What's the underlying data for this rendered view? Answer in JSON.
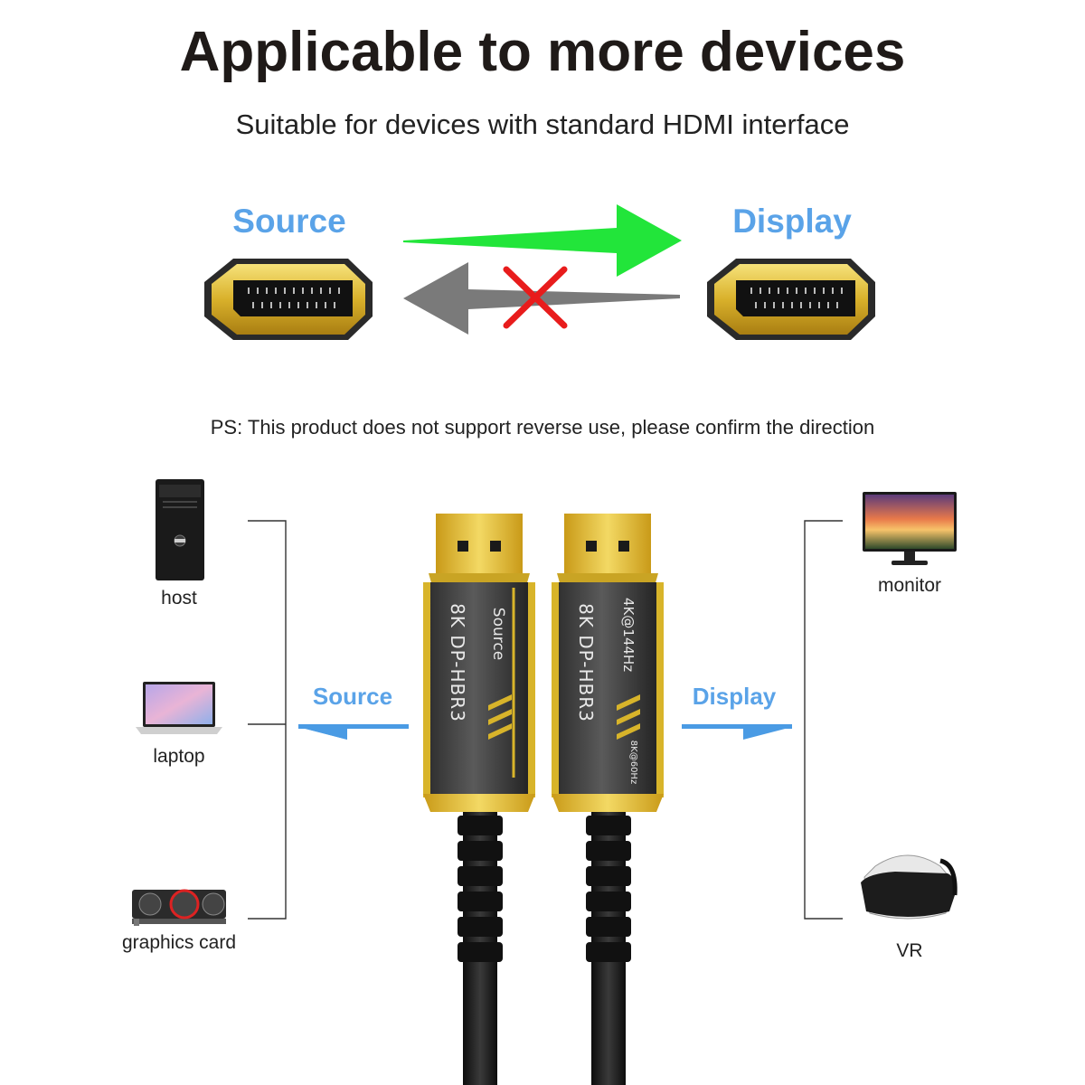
{
  "header": {
    "title": "Applicable to more devices",
    "subtitle": "Suitable for devices with standard HDMI interface"
  },
  "direction": {
    "source_label": "Source",
    "display_label": "Display",
    "forward_arrow_color": "#22e53a",
    "reverse_arrow_color": "#777777",
    "blocked_mark_color": "#e81c1c",
    "note": "PS: This product does not support reverse use, please confirm the direction"
  },
  "cable": {
    "source_side_label": "Source",
    "display_side_label": "Display",
    "connector_left": {
      "text_main": "8K DP-HBR3",
      "text_side": "Source"
    },
    "connector_right": {
      "text_main": "8K DP-HBR3",
      "text_side": "4K@144Hz",
      "text_small": "8K@60Hz"
    },
    "accent_color": "#d8b42a",
    "label_color": "#5aa3e8"
  },
  "source_devices": [
    {
      "label": "host",
      "icon": "pc-tower-icon"
    },
    {
      "label": "laptop",
      "icon": "laptop-icon"
    },
    {
      "label": "graphics card",
      "icon": "graphics-card-icon"
    }
  ],
  "display_devices": [
    {
      "label": "monitor",
      "icon": "monitor-icon"
    },
    {
      "label": "VR",
      "icon": "vr-headset-icon"
    }
  ]
}
